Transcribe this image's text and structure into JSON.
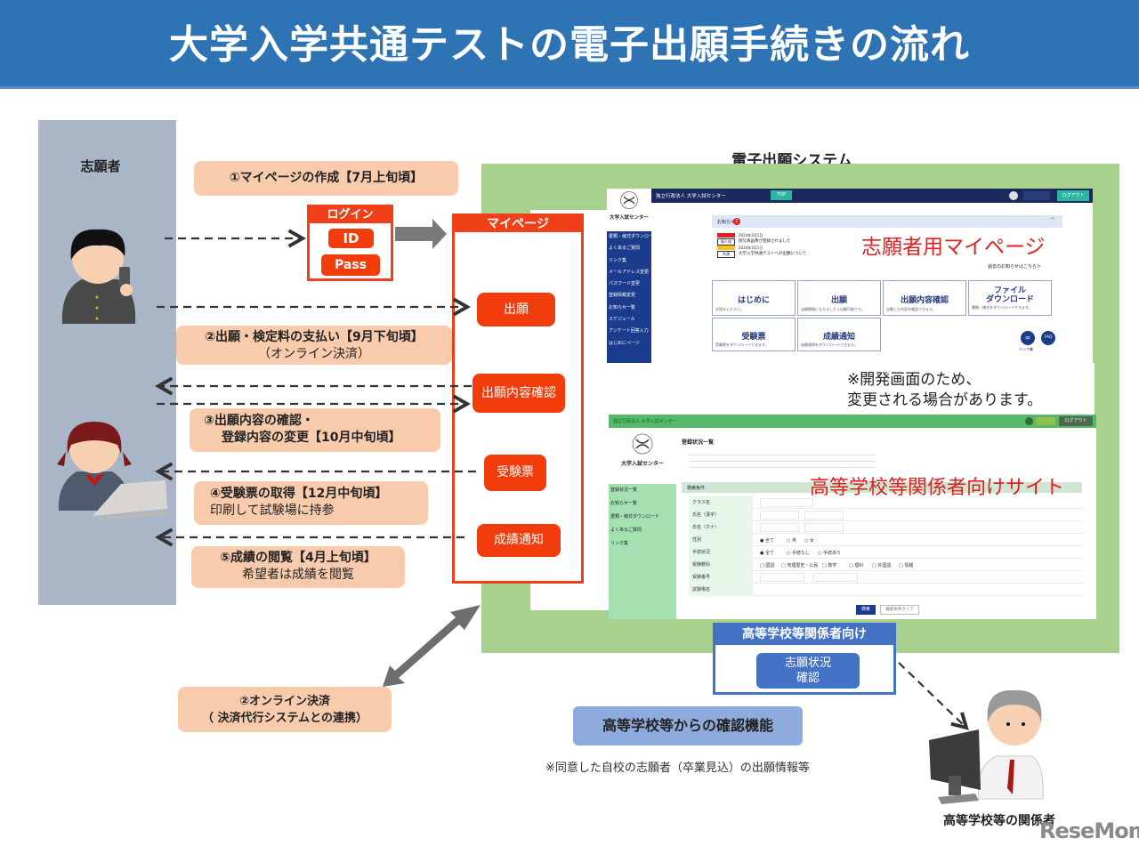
{
  "header": {
    "title": "大学入学共通テストの電子出願手続きの流れ"
  },
  "applicant": {
    "label": "志願者"
  },
  "steps": [
    {
      "bold": "①マイページの作成【7月上旬頃】",
      "note": ""
    },
    {
      "bold": "②出願・検定料の支払い【9月下旬頃】",
      "note": "（オンライン決済）"
    },
    {
      "bold": "③出願内容の確認・",
      "bold2": "登録内容の変更【10月中旬頃】",
      "note": ""
    },
    {
      "bold": "④受験票の取得【12月中旬頃】",
      "note": "印刷して試験場に持参"
    },
    {
      "bold": "⑤成績の閲覧【4月上旬頃】",
      "note": "希望者は成績を閲覧"
    }
  ],
  "login": {
    "header": "ログイン",
    "id_label": "ID",
    "pass_label": "Pass"
  },
  "mypage": {
    "header": "マイページ",
    "buttons": [
      "出願",
      "出願内容確認",
      "受験票",
      "成績通知"
    ]
  },
  "system": {
    "label": "電子出願システム",
    "dev_note_line1": "※開発画面のため、",
    "dev_note_line2": "変更される場合があります。"
  },
  "applicant_site": {
    "overlay_label": "志願者用マイページ",
    "org_name": "独立行政法人 大学入試センター",
    "top_button": "TOP",
    "logout": "ログアウト",
    "logo_text": "大学入試センター",
    "nav": [
      "書類・様式ダウンロード",
      "よくあるご質問",
      "リンク集",
      "メールアドレス変更",
      "パスワード変更",
      "登録情報変更",
      "お知らせ一覧",
      "スケジュール",
      "アンケート回答入力",
      "はじめにページ"
    ],
    "notice_title": "お知らせ",
    "notice_count": "2",
    "notices": [
      {
        "tag": "重要",
        "cat": "個人宛",
        "date": "2024年3月1日",
        "text": "顔写真画像が登録されました",
        "tag_color": "#e02020"
      },
      {
        "tag": "重要",
        "cat": "共通",
        "date": "2024年3月1日",
        "text": "大学入学共通テストへの出願について",
        "tag_color": "#f5c518"
      }
    ],
    "past_notices_link": "過去のお知らせはこちら＞",
    "cards": [
      {
        "title": "はじめに",
        "sub": "お読みください。"
      },
      {
        "title": "出願",
        "sub": "出願期間になりましたら出願可能です。"
      },
      {
        "title": "出願内容確認",
        "sub": "出願した内容を確認できます。"
      },
      {
        "title": "ファイル\nダウンロード",
        "sub": "書類・様式をダウンロードできます。"
      },
      {
        "title": "受験票",
        "sub": "受験票をダウンロードできます。"
      },
      {
        "title": "成績通知",
        "sub": "成績通知をダウンロードできます。"
      }
    ],
    "icon_links": [
      "リンク集",
      "FAQ"
    ]
  },
  "school_site": {
    "overlay_label": "高等学校等関係者向けサイト",
    "org_name": "独立行政法人 大学入試センター",
    "logout": "ログアウト",
    "logo_text": "大学入試センター",
    "page_title": "登録状況一覧",
    "nav": [
      "登録状況一覧",
      "お知らせ一覧",
      "書類・様式ダウンロード",
      "よくあるご質問",
      "リンク集"
    ],
    "search_header": "検索条件",
    "fields": [
      "クラス名",
      "氏名（漢字）",
      "氏名（カナ）",
      "性別",
      "手続状況",
      "受験教科",
      "受験番号",
      "試験場名"
    ],
    "gender_options": [
      "全て",
      "男",
      "女"
    ],
    "status_options": [
      "全て",
      "手続なし",
      "手続あり"
    ],
    "subject_options": [
      "国語",
      "地理歴史・公民",
      "数学",
      "理科",
      "外国語",
      "情報"
    ],
    "search_button": "検索",
    "clear_button": "検索条件クリア"
  },
  "high_school_box": {
    "header": "高等学校等関係者向け",
    "button_line1": "志願状況",
    "button_line2": "確認"
  },
  "online_payment": {
    "line1": "②オンライン決済",
    "line2": "（ 決済代行システムとの連携）"
  },
  "confirm_function": {
    "label": "高等学校等からの確認機能"
  },
  "footnote": "※同意した自校の志願者（卒業見込）の出願情報等",
  "staff": {
    "label": "高等学校等の関係者"
  },
  "watermark": "ReseMom."
}
